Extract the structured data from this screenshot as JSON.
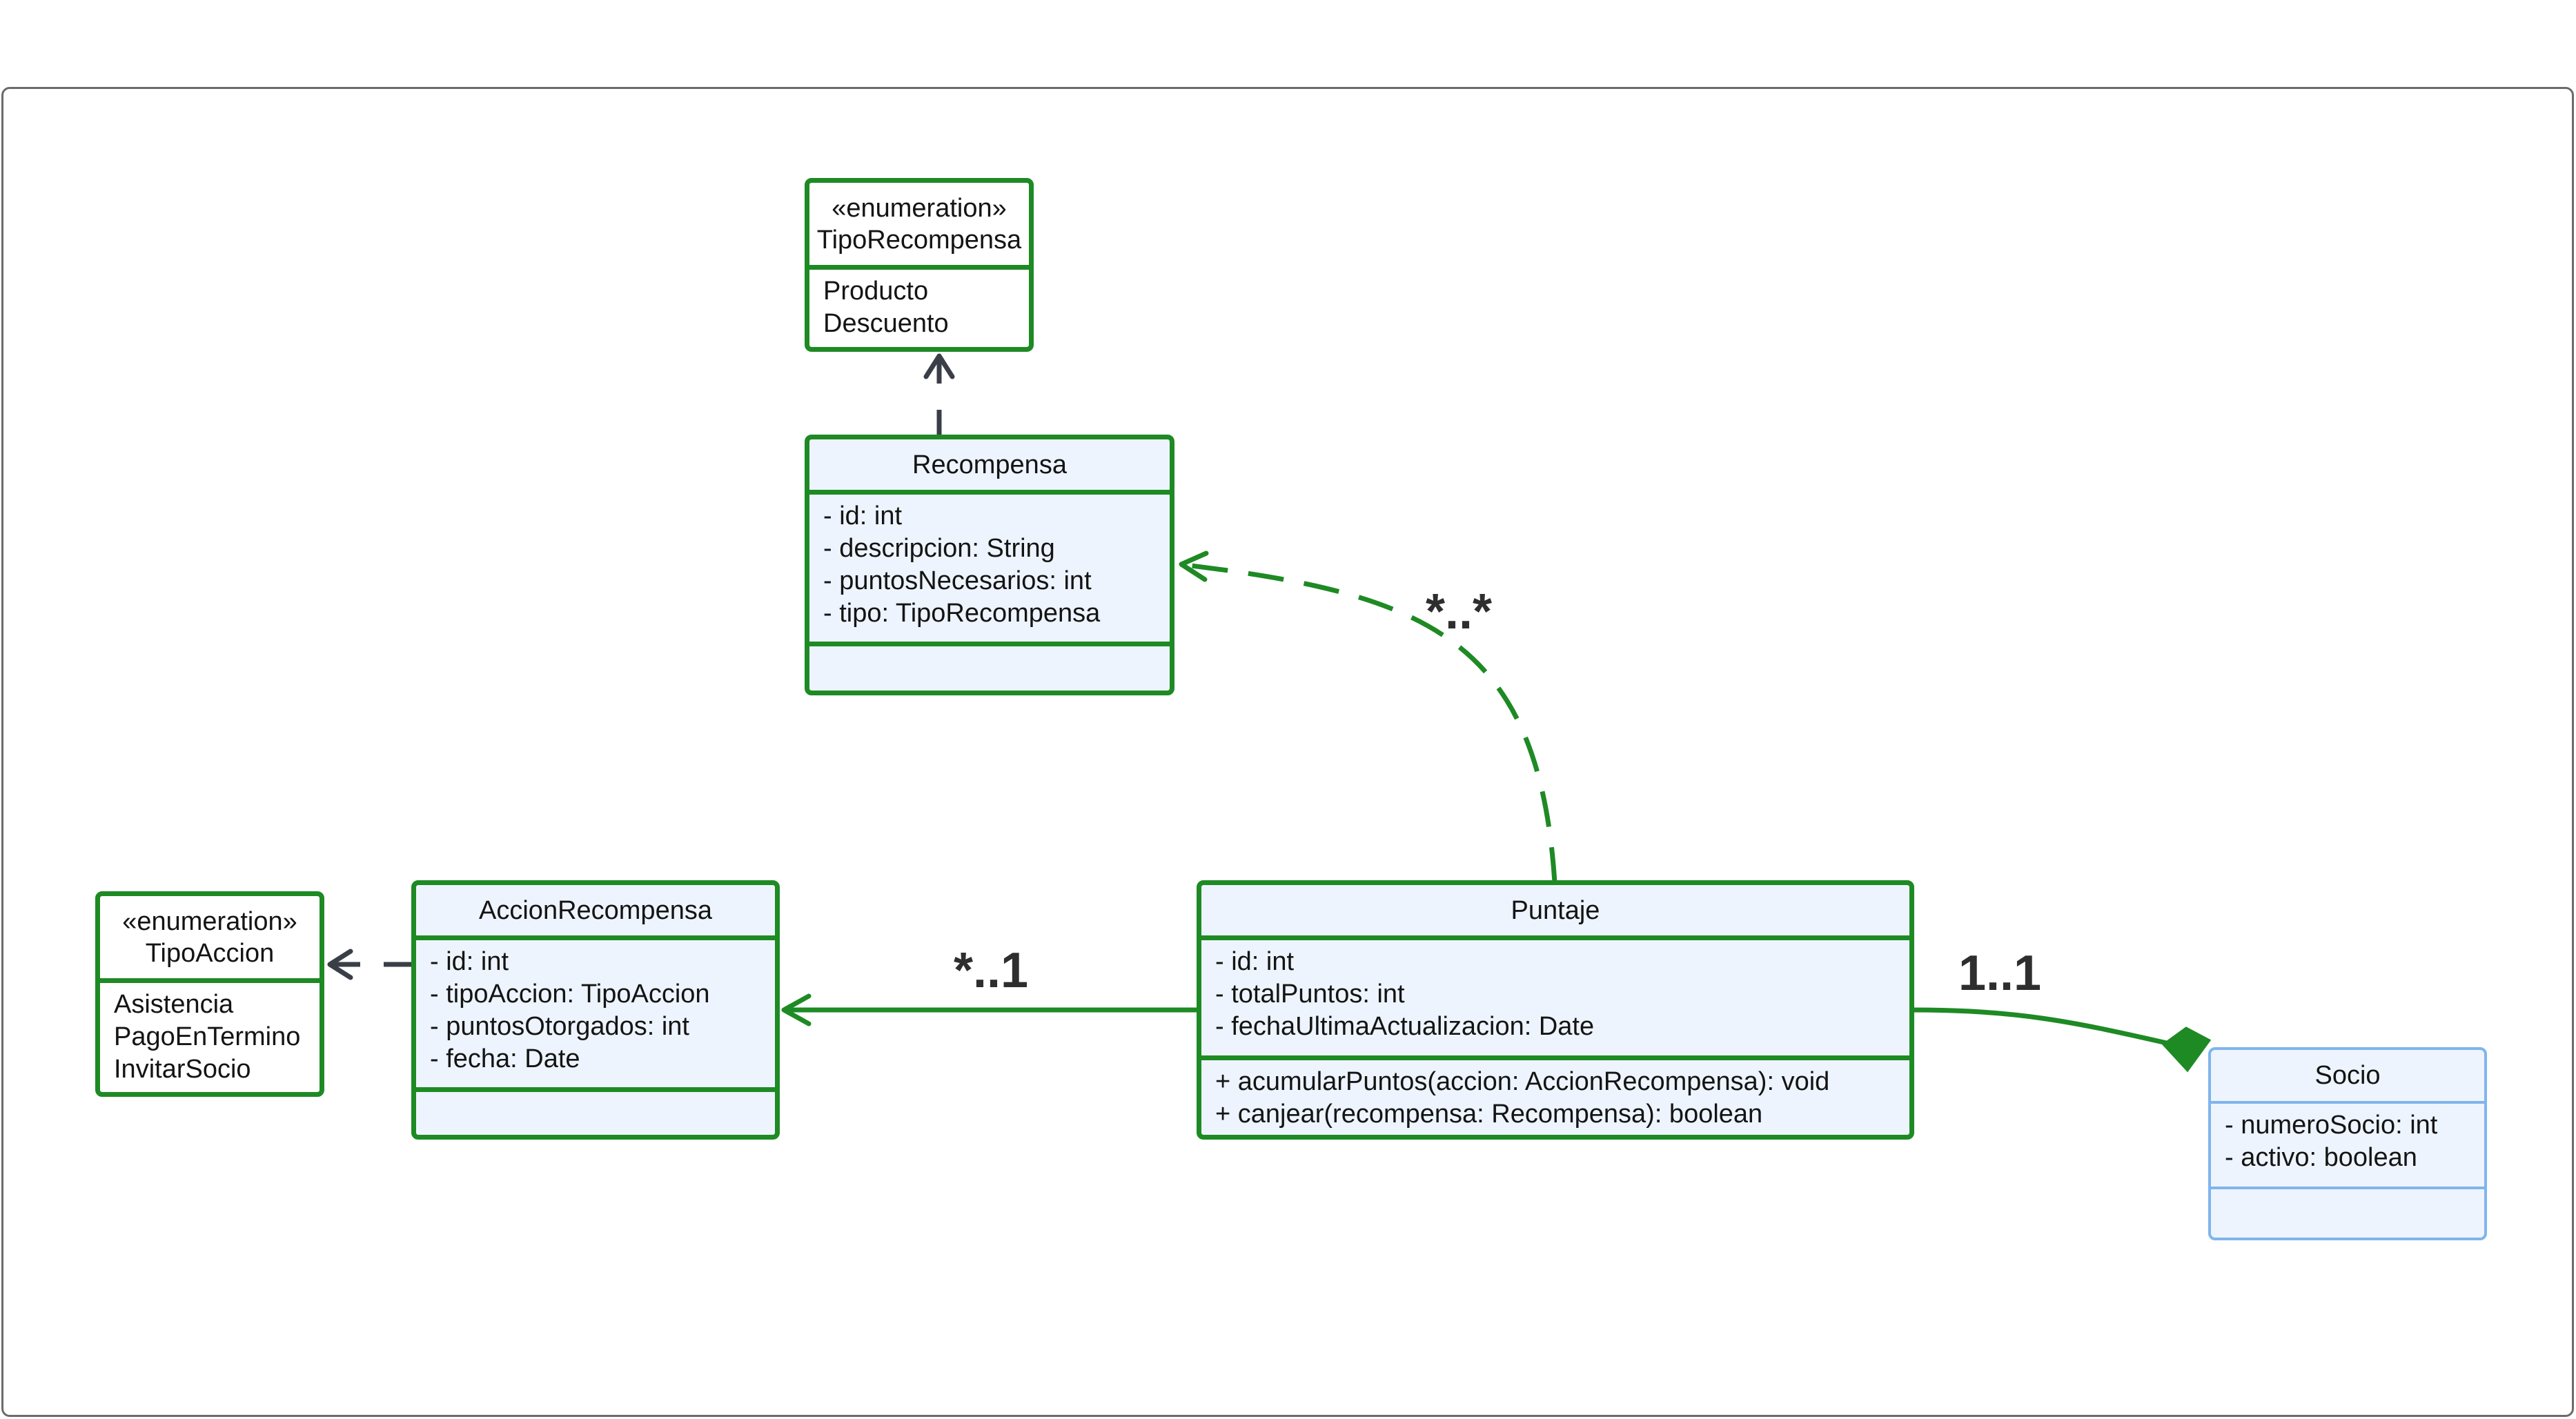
{
  "colors": {
    "class_border": "#1e8a24",
    "class_fill": "#edf4fd",
    "socio_border": "#7fb5ec",
    "dependency_arrow": "#3a3f47",
    "association": "#1e8a24"
  },
  "classes": {
    "tipo_recompensa": {
      "stereotype": "«enumeration»",
      "name": "TipoRecompensa",
      "values": [
        "Producto",
        "Descuento"
      ]
    },
    "recompensa": {
      "name": "Recompensa",
      "attributes": [
        "- id: int",
        "- descripcion: String",
        "- puntosNecesarios: int",
        "- tipo: TipoRecompensa"
      ],
      "methods": []
    },
    "tipo_accion": {
      "stereotype": "«enumeration»",
      "name": "TipoAccion",
      "values": [
        "Asistencia",
        "PagoEnTermino",
        "InvitarSocio"
      ]
    },
    "accion_recompensa": {
      "name": "AccionRecompensa",
      "attributes": [
        "- id: int",
        "- tipoAccion: TipoAccion",
        "- puntosOtorgados: int",
        "- fecha: Date"
      ],
      "methods": []
    },
    "puntaje": {
      "name": "Puntaje",
      "attributes": [
        "- id: int",
        "- totalPuntos: int",
        "- fechaUltimaActualizacion: Date"
      ],
      "methods": [
        "+ acumularPuntos(accion: AccionRecompensa): void",
        "+ canjear(recompensa: Recompensa): boolean"
      ]
    },
    "socio": {
      "name": "Socio",
      "attributes": [
        "- numeroSocio: int",
        "- activo: boolean"
      ],
      "methods": []
    }
  },
  "relationships": {
    "puntaje_recompensa": {
      "type": "dependency",
      "multiplicity": "*..*"
    },
    "puntaje_accion": {
      "type": "association",
      "multiplicity": "*..1"
    },
    "puntaje_socio": {
      "type": "composition",
      "multiplicity": "1..1"
    },
    "recompensa_tipo": {
      "type": "dependency"
    },
    "accion_tipo": {
      "type": "dependency"
    }
  }
}
